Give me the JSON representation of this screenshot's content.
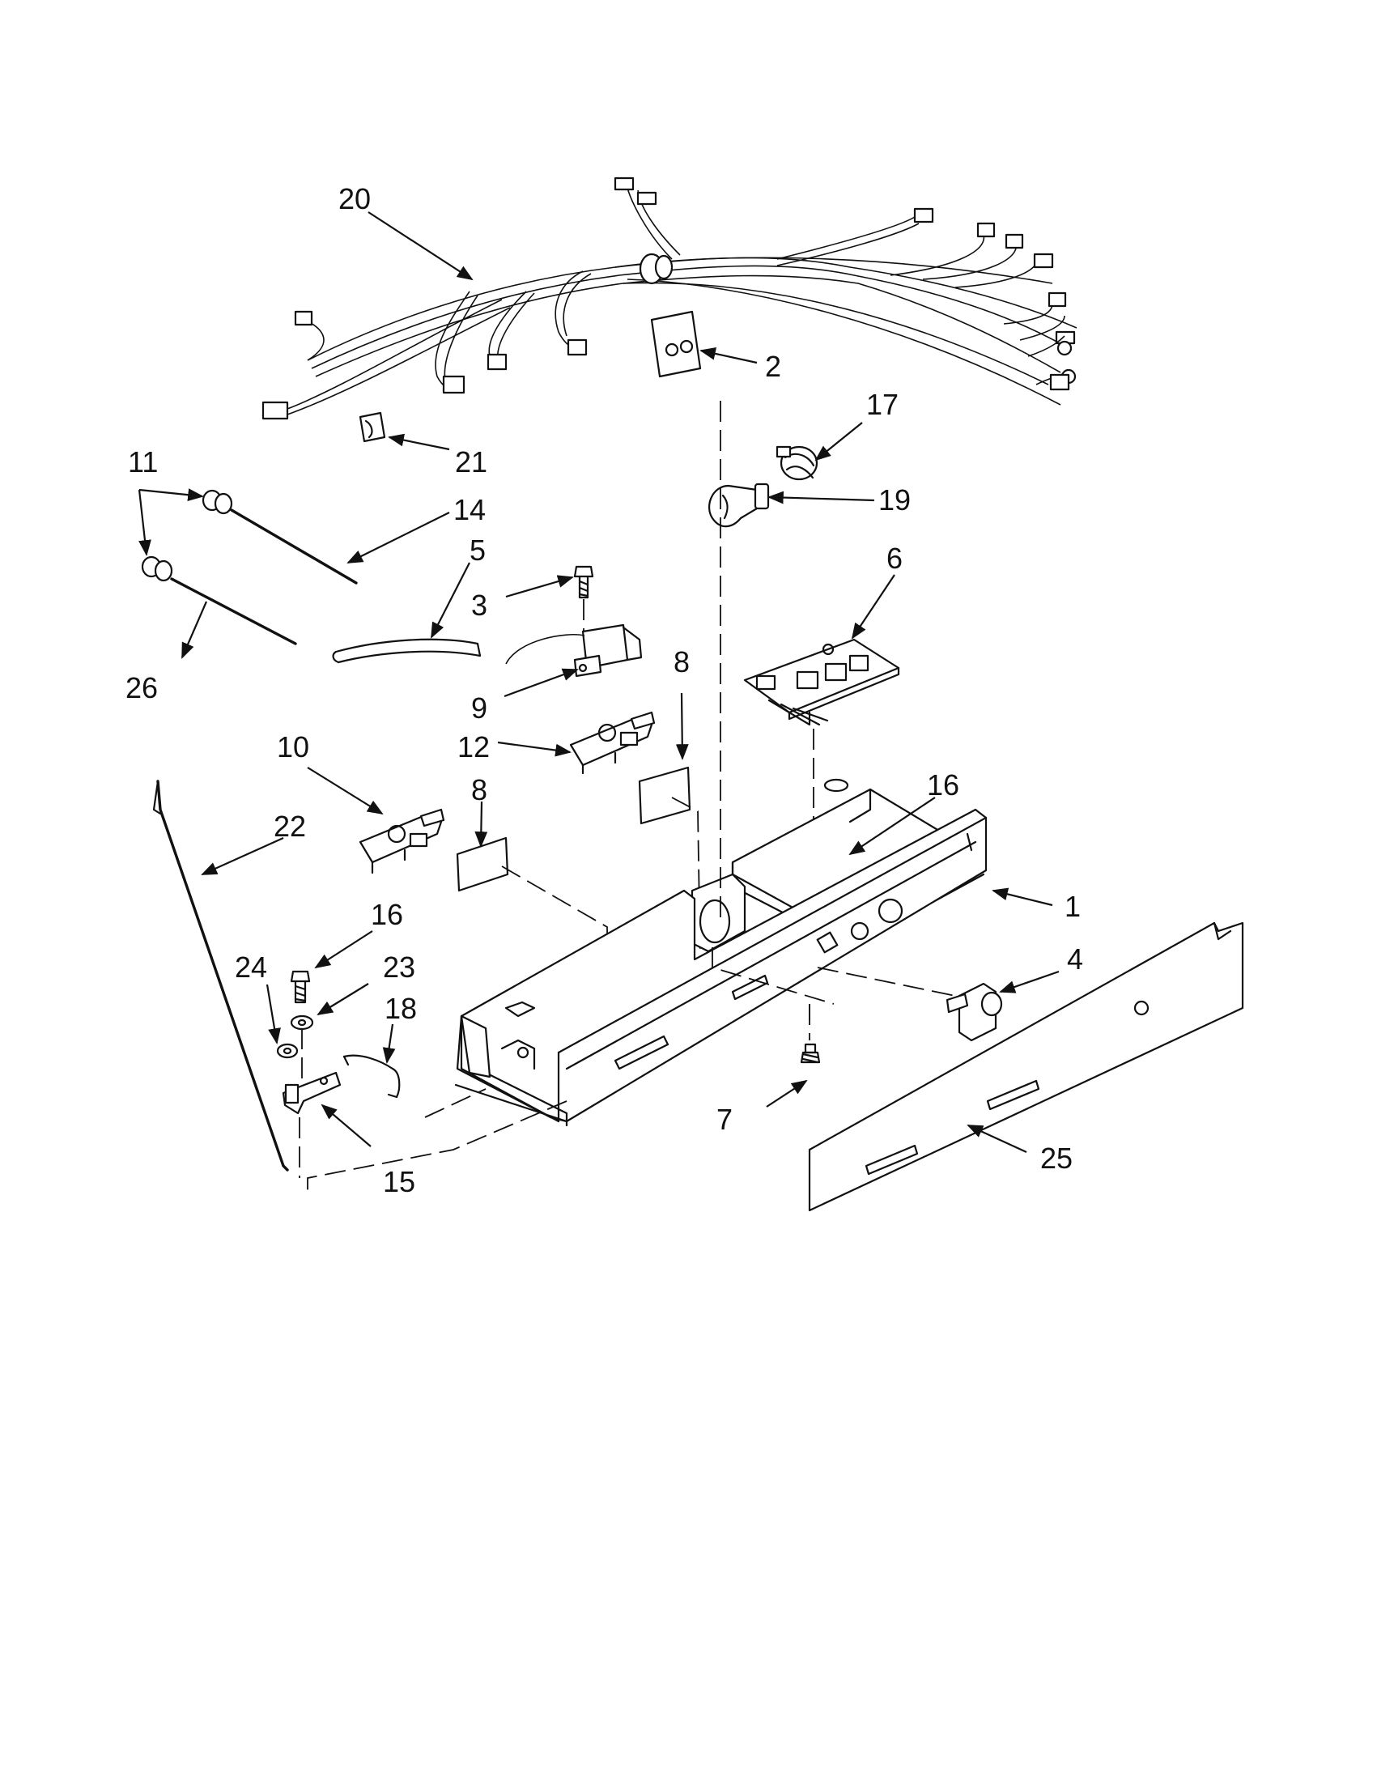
{
  "callouts": [
    {
      "id": "1",
      "text": "1"
    },
    {
      "id": "2",
      "text": "2"
    },
    {
      "id": "3",
      "text": "3"
    },
    {
      "id": "4",
      "text": "4"
    },
    {
      "id": "5",
      "text": "5"
    },
    {
      "id": "6",
      "text": "6"
    },
    {
      "id": "7",
      "text": "7"
    },
    {
      "id": "8a",
      "text": "8"
    },
    {
      "id": "8b",
      "text": "8"
    },
    {
      "id": "9",
      "text": "9"
    },
    {
      "id": "10",
      "text": "10"
    },
    {
      "id": "11",
      "text": "11"
    },
    {
      "id": "12",
      "text": "12"
    },
    {
      "id": "14",
      "text": "14"
    },
    {
      "id": "15",
      "text": "15"
    },
    {
      "id": "16a",
      "text": "16"
    },
    {
      "id": "16b",
      "text": "16"
    },
    {
      "id": "17",
      "text": "17"
    },
    {
      "id": "18",
      "text": "18"
    },
    {
      "id": "19",
      "text": "19"
    },
    {
      "id": "20",
      "text": "20"
    },
    {
      "id": "21",
      "text": "21"
    },
    {
      "id": "22",
      "text": "22"
    },
    {
      "id": "23",
      "text": "23"
    },
    {
      "id": "24",
      "text": "24"
    },
    {
      "id": "25",
      "text": "25"
    },
    {
      "id": "26",
      "text": "26"
    }
  ]
}
